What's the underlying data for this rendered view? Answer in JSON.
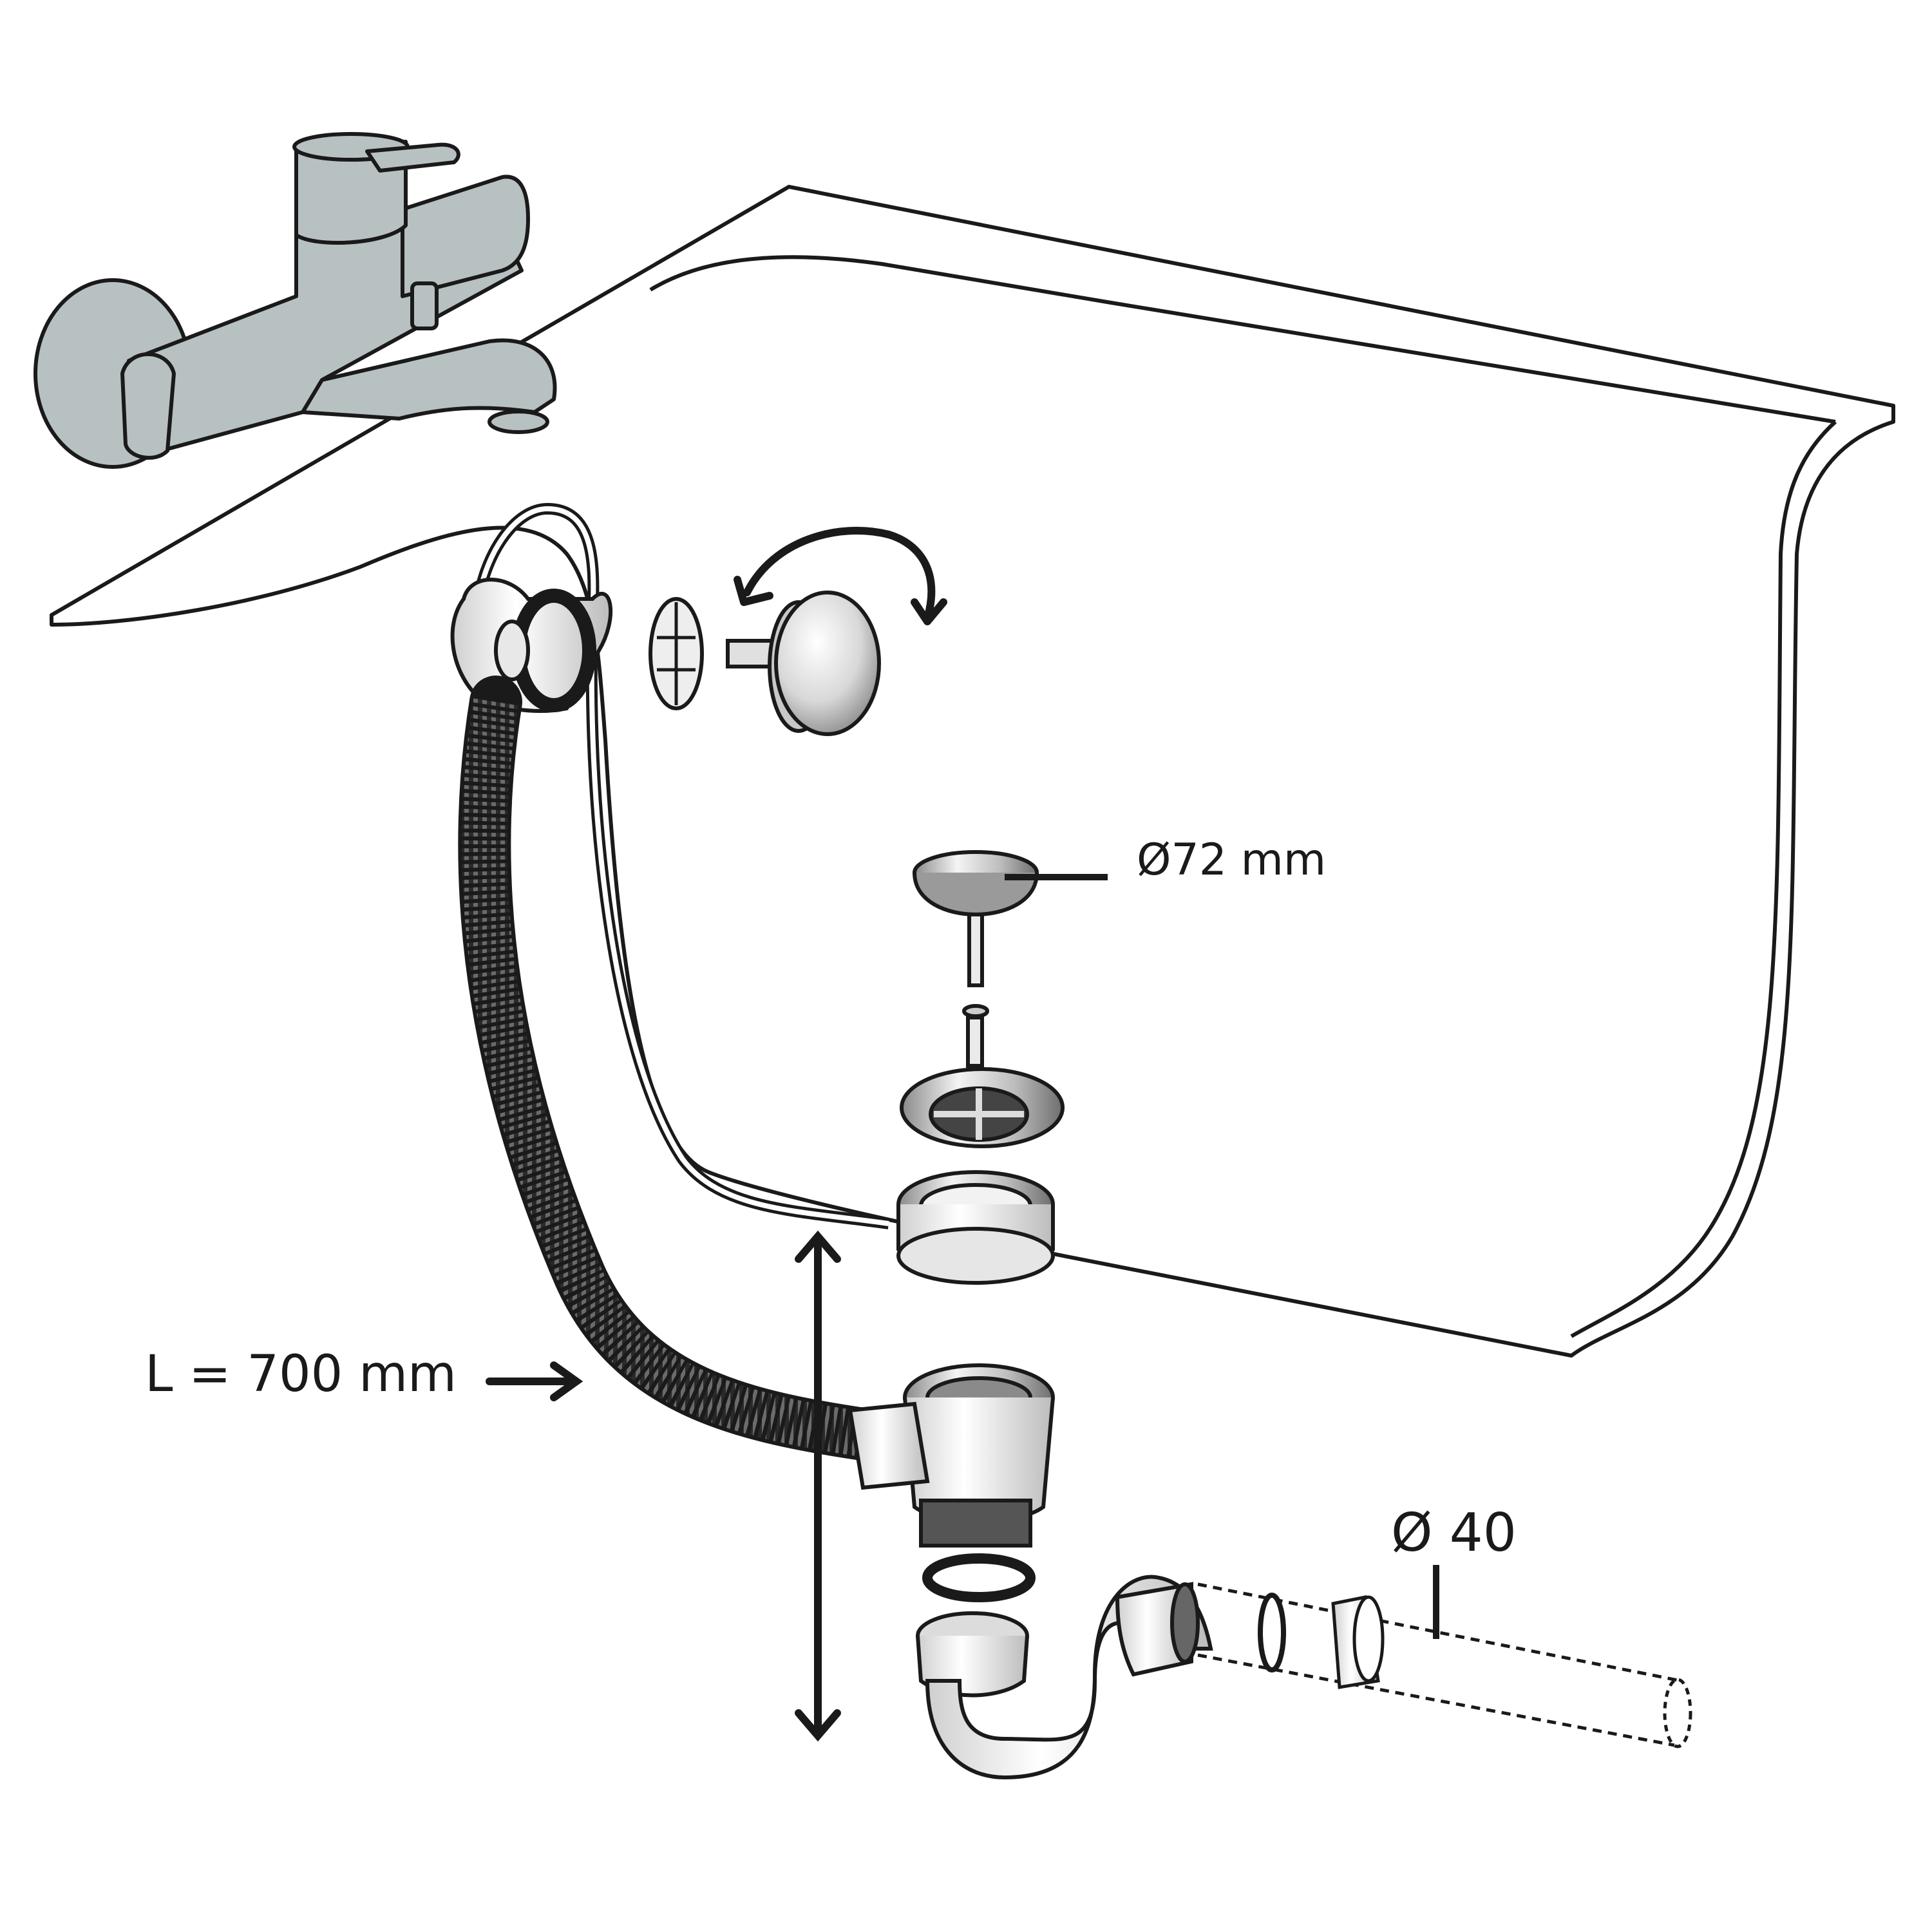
{
  "labels": {
    "plug_diameter": "Ø72 mm",
    "hose_length": "L = 700 mm",
    "pipe_diameter": "Ø 40"
  },
  "colors": {
    "line": "#1a1a1a",
    "faucet": "#b8c1c2",
    "chrome": "#d6d6d6",
    "background": "#ffffff"
  },
  "icons": {
    "rotation": "curved-double-arrow-icon",
    "length": "double-headed-vertical-arrow-icon",
    "pointer": "right-arrow-icon"
  }
}
